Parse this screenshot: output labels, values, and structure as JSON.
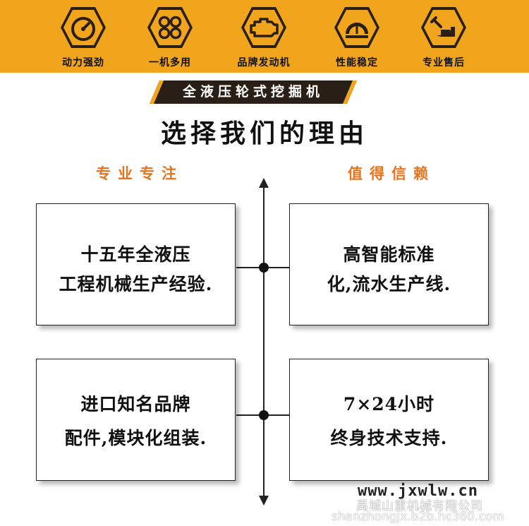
{
  "features": [
    {
      "icon": "speedometer-icon",
      "label": "动力强劲"
    },
    {
      "icon": "four-circles-icon",
      "label": "一机多用"
    },
    {
      "icon": "engine-icon",
      "label": "品牌发动机"
    },
    {
      "icon": "gauge-icon",
      "label": "性能稳定"
    },
    {
      "icon": "wrench-hand-icon",
      "label": "专业售后"
    }
  ],
  "product_banner": "全液压轮式挖掘机",
  "main_title": "选择我们的理由",
  "columns": {
    "left_heading": "专业专注",
    "right_heading": "值得信赖"
  },
  "cards": [
    {
      "lines": [
        "十五年全液压",
        "工程机械生产经验."
      ]
    },
    {
      "lines": [
        "高智能标准",
        "化,流水生产线."
      ]
    },
    {
      "lines": [
        "进口知名品牌",
        "配件,模块化组装."
      ]
    },
    {
      "lines": [
        "7×24小时",
        "终身技术支持."
      ]
    }
  ],
  "watermark": {
    "url": "www.jxwlw.cn",
    "company": "禹城山重机械有限公司",
    "domain": "shanzhongjx.b2b.hc360.com"
  },
  "colors": {
    "top_bar": "#f0a51c",
    "hex_dark": "#2a1f16",
    "accent_orange": "#e8731a",
    "text_dark": "#111111"
  }
}
